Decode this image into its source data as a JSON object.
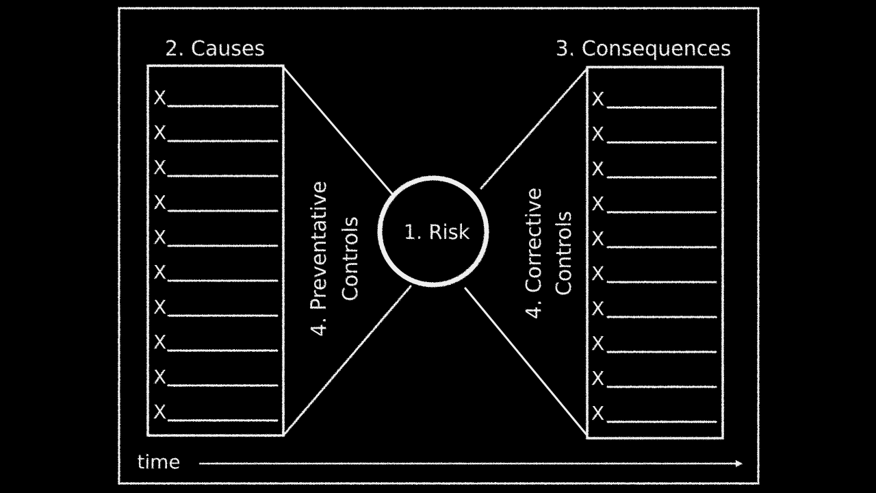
{
  "risk_label": "1. Risk",
  "causes": {
    "title": "2. Causes",
    "items": [
      "X",
      "X",
      "X",
      "X",
      "X",
      "X",
      "X",
      "X",
      "X",
      "X"
    ]
  },
  "consequences": {
    "title": "3. Consequences",
    "items": [
      "X",
      "X",
      "X",
      "X",
      "X",
      "X",
      "X",
      "X",
      "X",
      "X"
    ]
  },
  "preventative_controls": {
    "line1": "4. Preventative",
    "line2": "Controls"
  },
  "corrective_controls": {
    "line1": "4. Corrective",
    "line2": "Controls"
  },
  "time_label": "time",
  "colors": {
    "background": "#000000",
    "chalk": "#efefef"
  }
}
